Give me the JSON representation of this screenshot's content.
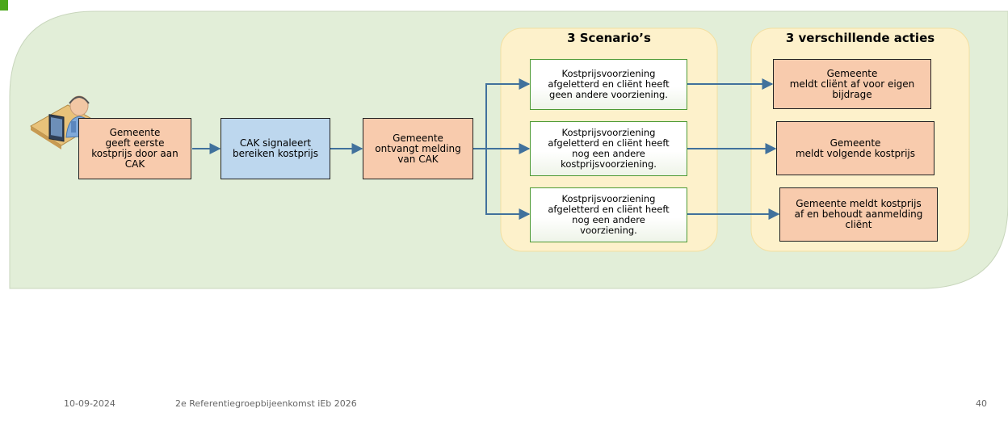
{
  "diagram": {
    "start_box": "Gemeente\ngeeft eerste\nkostprijs door aan\nCAK",
    "cak_box": "CAK signaleert\nbereiken kostprijs",
    "receive_box": "Gemeente\nontvangt melding\nvan CAK",
    "scenarios_title": "3 Scenario’s",
    "scenarios": [
      "Kostprijsvoorziening\nafgeletterd en cliënt heeft\ngeen andere voorziening.",
      "Kostprijsvoorziening\nafgeletterd en cliënt heeft\nnog een andere\nkostprijsvoorziening.",
      "Kostprijsvoorziening\nafgeletterd en cliënt heeft\nnog een andere\nvoorziening."
    ],
    "actions_title": "3 verschillende acties",
    "actions": [
      "Gemeente\nmeldt cliënt af voor eigen\nbijdrage",
      "Gemeente\nmeldt volgende kostprijs",
      "Gemeente meldt kostprijs\naf en behoudt aanmelding\ncliënt"
    ],
    "colors": {
      "background_panel": "#e2eed8",
      "highlight_panel": "#fdf1cb",
      "salmon_box": "#f8cbad",
      "blue_box": "#bdd7ee",
      "arrow": "#41719c",
      "accent": "#4ca81a"
    }
  },
  "footer": {
    "date": "10-09-2024",
    "title": "2e Referentiegroepbijeenkomst iEb 2026",
    "page_number": "40"
  }
}
